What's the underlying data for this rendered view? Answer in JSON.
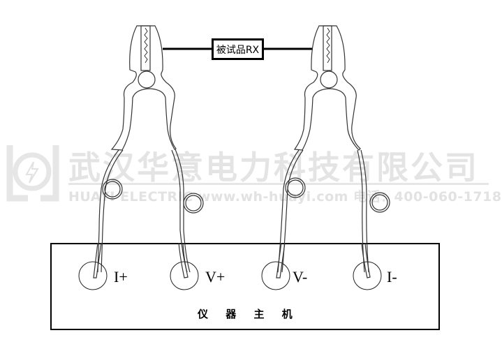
{
  "sample": {
    "label": "被试品RX"
  },
  "terminals": [
    {
      "id": "i-plus",
      "label": "I+"
    },
    {
      "id": "v-plus",
      "label": "V+"
    },
    {
      "id": "v-minus",
      "label": "V-"
    },
    {
      "id": "i-minus",
      "label": "I-"
    }
  ],
  "instrument": {
    "label": "仪 器 主 机"
  },
  "watermark": {
    "company": "武汉华意电力科技有限公司",
    "english": "HUAYI ELECTRIC www.wh-huayi.com 电话：400-060-1718",
    "logo": "lightning-logo-icon"
  }
}
